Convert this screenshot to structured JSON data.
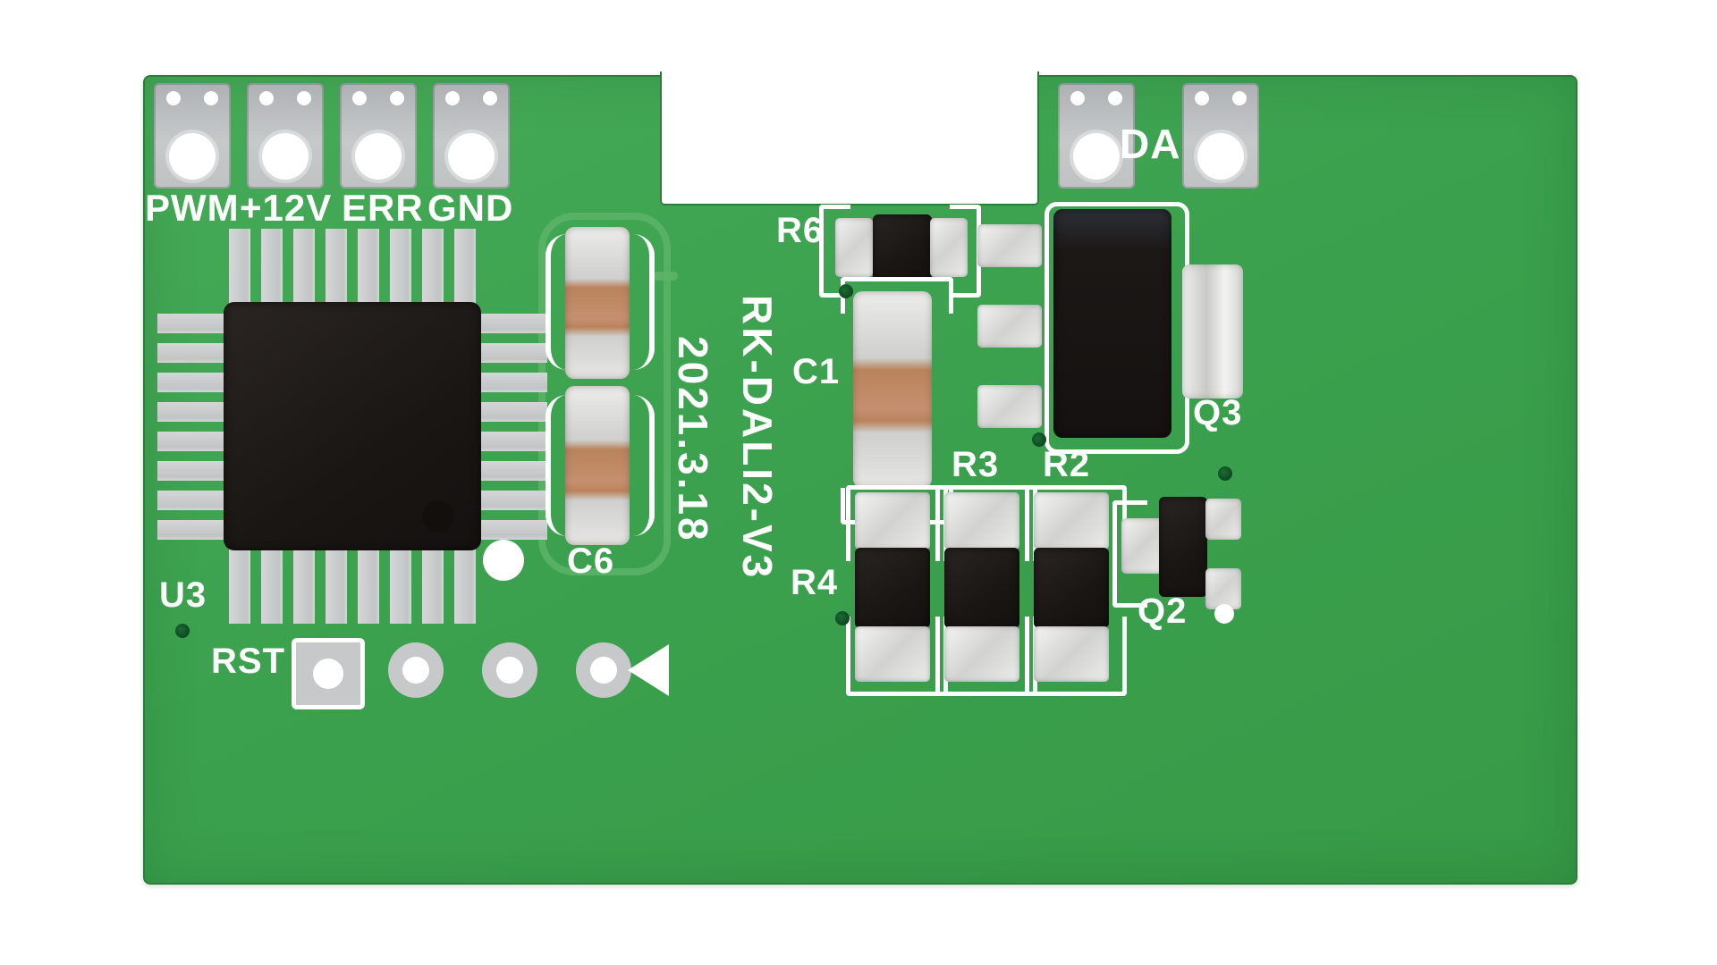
{
  "board": {
    "model": "RK-DALI2-V3",
    "date": "2021.3.18",
    "pcb_color": "#3ba14e",
    "silkscreen_color": "#ffffff"
  },
  "connectors": {
    "left_labels": [
      {
        "label": "PWM"
      },
      {
        "label": "+12V"
      },
      {
        "label": "ERR"
      },
      {
        "label": "GND"
      }
    ],
    "right_label": "DA"
  },
  "components": {
    "u3": "U3",
    "c6": "C6",
    "c1": "C1",
    "r6": "R6",
    "r3": "R3",
    "r2": "R2",
    "r4": "R4",
    "q3": "Q3",
    "q2": "Q2",
    "rst": "RST"
  }
}
